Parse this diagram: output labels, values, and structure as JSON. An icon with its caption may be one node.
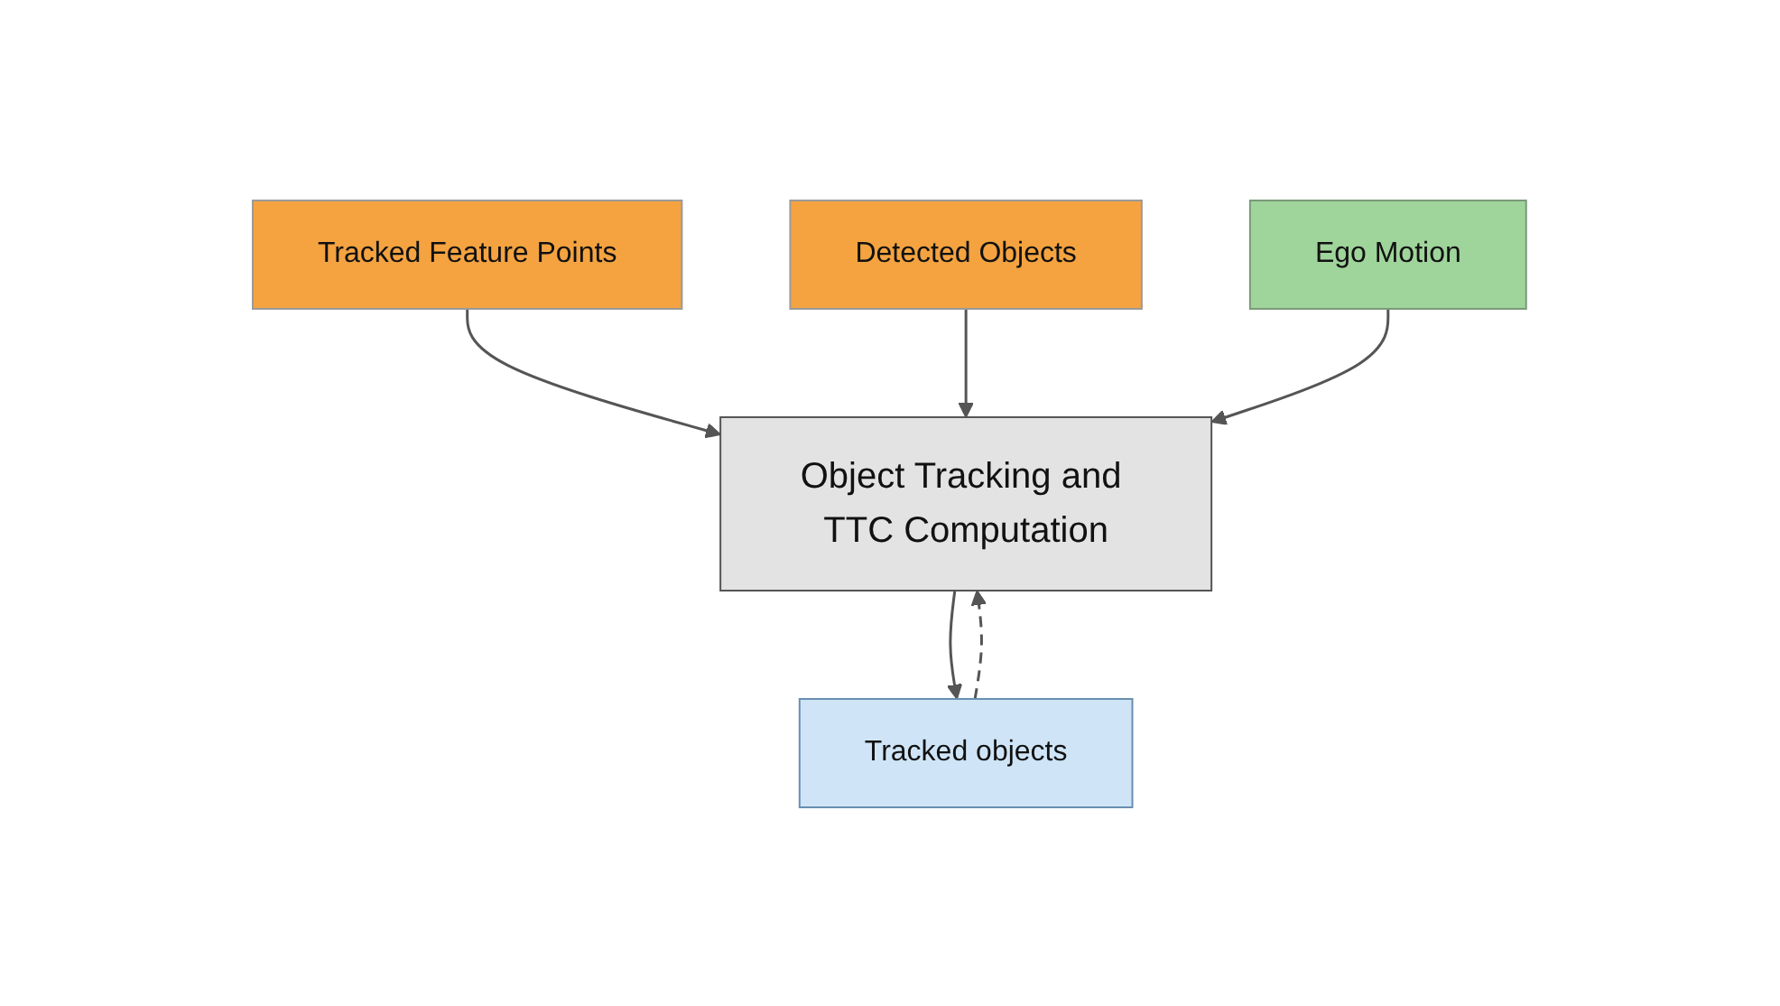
{
  "diagram": {
    "nodes": [
      {
        "text": [
          "Tracked Feature Points"
        ]
      },
      {
        "text": [
          "Detected Objects"
        ]
      },
      {
        "text": [
          "Object Tracking and TTC Computation"
        ]
      },
      {
        "text": [
          "Tracked objects"
        ]
      },
      {
        "text": [
          "Ego Motion"
        ]
      }
    ],
    "edges": [
      {
        "from": 0,
        "to": 2,
        "arrow": "to"
      },
      {
        "from": 1,
        "to": 2,
        "arrow": "to"
      },
      {
        "from": 2,
        "to": 3,
        "arrow": "to"
      },
      {
        "from": 4,
        "to": 2,
        "arrow": "to"
      },
      {
        "from": 3,
        "to": 2,
        "arrow": "to",
        "style": "dashed"
      }
    ]
  }
}
